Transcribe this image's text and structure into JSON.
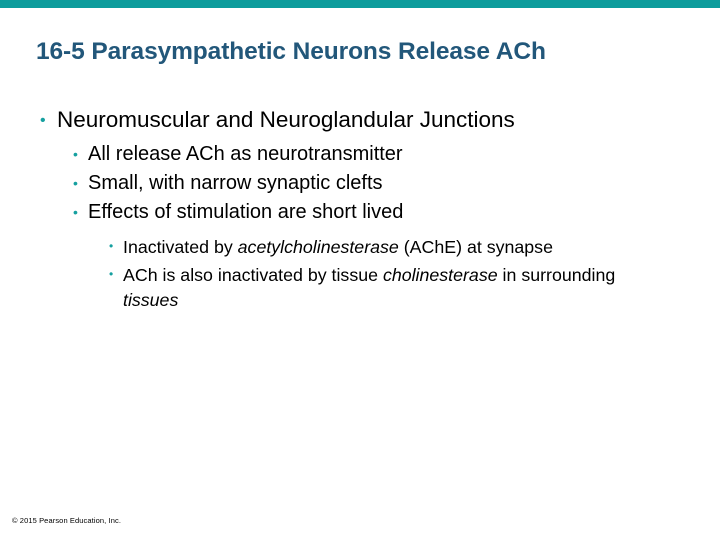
{
  "theme": {
    "accent_bar_color": "#0d9c9c",
    "title_color": "#22577a",
    "bullet_color": "#16a0a0",
    "body_text_color": "#000000",
    "background_color": "#ffffff"
  },
  "slide": {
    "title": "16-5 Parasympathetic Neurons Release ACh",
    "bullet_glyph": "•",
    "level1": [
      {
        "text": "Neuromuscular and Neuroglandular Junctions"
      }
    ],
    "level2": [
      {
        "text": "All release ACh as neurotransmitter"
      },
      {
        "text": "Small, with narrow synaptic clefts"
      },
      {
        "text": "Effects of stimulation are short lived"
      }
    ],
    "level3": [
      {
        "parts": [
          {
            "text": "Inactivated by ",
            "italic": false
          },
          {
            "text": "acetylcholinesterase",
            "italic": true
          },
          {
            "text": " (AChE) at synapse",
            "italic": false
          }
        ]
      },
      {
        "parts": [
          {
            "text": "ACh is also inactivated by tissue ",
            "italic": false
          },
          {
            "text": "cholinesterase",
            "italic": true
          },
          {
            "text": " in surrounding ",
            "italic": false
          },
          {
            "text": "tissues",
            "italic": true
          }
        ]
      }
    ]
  },
  "footer": {
    "copyright": "© 2015 Pearson Education, Inc."
  }
}
